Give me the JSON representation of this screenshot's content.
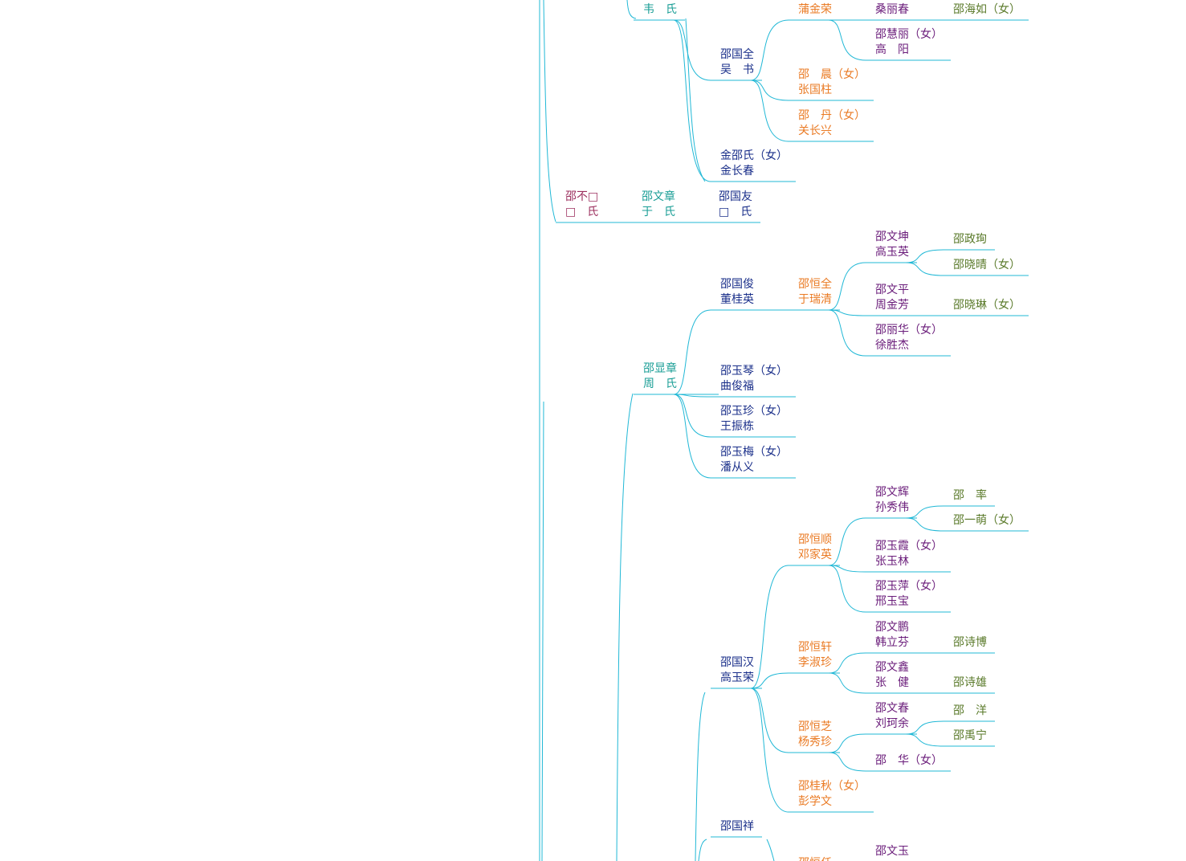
{
  "colors": {
    "line": "#21b8d6",
    "gen": {
      "g1": "#9c2f5e",
      "g2": "#1a9e96",
      "g3": "#1a2f8a",
      "g4": "#ea7b25",
      "g5": "#6a1c7a",
      "g6": "#5a7a2a"
    }
  },
  "nodes": [
    {
      "id": "wei_shi",
      "gen": "g2",
      "lines": [
        "韦　氏"
      ]
    },
    {
      "id": "guoquan",
      "gen": "g3",
      "lines": [
        "邵国全",
        "吴　书"
      ]
    },
    {
      "id": "jinshao",
      "gen": "g3",
      "lines": [
        "金邵氏（女）",
        "金长春"
      ]
    },
    {
      "id": "pu_jinrong",
      "gen": "g4",
      "lines": [
        "蒲金荣"
      ]
    },
    {
      "id": "chen",
      "gen": "g4",
      "lines": [
        "邵　晨（女）",
        "张国柱"
      ]
    },
    {
      "id": "dan",
      "gen": "g4",
      "lines": [
        "邵　丹（女）",
        "关长兴"
      ]
    },
    {
      "id": "sang_lichun",
      "gen": "g5",
      "lines": [
        "桑丽春"
      ]
    },
    {
      "id": "huili",
      "gen": "g5",
      "lines": [
        "邵慧丽（女）",
        "高　阳"
      ]
    },
    {
      "id": "hairu",
      "gen": "g6",
      "lines": [
        "邵海如（女）"
      ]
    },
    {
      "id": "buxx",
      "gen": "g1",
      "lines": [
        "邵不□",
        "□　氏"
      ]
    },
    {
      "id": "wenzhang",
      "gen": "g2",
      "lines": [
        "邵文章",
        "于　氏"
      ]
    },
    {
      "id": "guoyou",
      "gen": "g3",
      "lines": [
        "邵国友",
        "□　氏"
      ]
    },
    {
      "id": "xianzhang",
      "gen": "g2",
      "lines": [
        "邵显章",
        "周　氏"
      ]
    },
    {
      "id": "guojun",
      "gen": "g3",
      "lines": [
        "邵国俊",
        "董桂英"
      ]
    },
    {
      "id": "yuqin",
      "gen": "g3",
      "lines": [
        "邵玉琴（女）",
        "曲俊福"
      ]
    },
    {
      "id": "yuzhen",
      "gen": "g3",
      "lines": [
        "邵玉珍（女）",
        "王振栋"
      ]
    },
    {
      "id": "yumei",
      "gen": "g3",
      "lines": [
        "邵玉梅（女）",
        "潘从义"
      ]
    },
    {
      "id": "hengquan",
      "gen": "g4",
      "lines": [
        "邵恒全",
        "于瑞清"
      ]
    },
    {
      "id": "wenkun",
      "gen": "g5",
      "lines": [
        "邵文坤",
        "高玉英"
      ]
    },
    {
      "id": "wenping",
      "gen": "g5",
      "lines": [
        "邵文平",
        "周金芳"
      ]
    },
    {
      "id": "lihua",
      "gen": "g5",
      "lines": [
        "邵丽华（女）",
        "徐胜杰"
      ]
    },
    {
      "id": "zhengxun",
      "gen": "g6",
      "lines": [
        "邵政珣"
      ]
    },
    {
      "id": "xiaoqing",
      "gen": "g6",
      "lines": [
        "邵晓晴（女）"
      ]
    },
    {
      "id": "xiaolin",
      "gen": "g6",
      "lines": [
        "邵晓琳（女）"
      ]
    },
    {
      "id": "guohan",
      "gen": "g3",
      "lines": [
        "邵国汉",
        "高玉荣"
      ]
    },
    {
      "id": "hengshun",
      "gen": "g4",
      "lines": [
        "邵恒顺",
        "邓家英"
      ]
    },
    {
      "id": "hengxuan",
      "gen": "g4",
      "lines": [
        "邵恒轩",
        "李淑珍"
      ]
    },
    {
      "id": "hengzhi",
      "gen": "g4",
      "lines": [
        "邵恒芝",
        "杨秀珍"
      ]
    },
    {
      "id": "guiqiu",
      "gen": "g4",
      "lines": [
        "邵桂秋（女）",
        "彭学文"
      ]
    },
    {
      "id": "wenhui",
      "gen": "g5",
      "lines": [
        "邵文辉",
        "孙秀伟"
      ]
    },
    {
      "id": "yuxia",
      "gen": "g5",
      "lines": [
        "邵玉霞（女）",
        "张玉林"
      ]
    },
    {
      "id": "yuping",
      "gen": "g5",
      "lines": [
        "邵玉萍（女）",
        "邢玉宝"
      ]
    },
    {
      "id": "wenpeng",
      "gen": "g5",
      "lines": [
        "邵文鹏",
        "韩立芬"
      ]
    },
    {
      "id": "wenxin",
      "gen": "g5",
      "lines": [
        "邵文鑫",
        "张　健"
      ]
    },
    {
      "id": "wenchun",
      "gen": "g5",
      "lines": [
        "邵文春",
        "刘珂余"
      ]
    },
    {
      "id": "hua",
      "gen": "g5",
      "lines": [
        "邵　华（女）"
      ]
    },
    {
      "id": "shuai",
      "gen": "g6",
      "lines": [
        "邵　率"
      ]
    },
    {
      "id": "yimeng",
      "gen": "g6",
      "lines": [
        "邵一萌（女）"
      ]
    },
    {
      "id": "shibo",
      "gen": "g6",
      "lines": [
        "邵诗博"
      ]
    },
    {
      "id": "shixiong",
      "gen": "g6",
      "lines": [
        "邵诗雄"
      ]
    },
    {
      "id": "yang",
      "gen": "g6",
      "lines": [
        "邵　洋"
      ]
    },
    {
      "id": "yuning",
      "gen": "g6",
      "lines": [
        "邵禹宁"
      ]
    },
    {
      "id": "guoxiang",
      "gen": "g3",
      "lines": [
        "邵国祥"
      ]
    },
    {
      "id": "wenyu",
      "gen": "g5",
      "lines": [
        "邵文玉"
      ]
    },
    {
      "id": "hengx_cut",
      "gen": "g4",
      "lines": [
        "邵恒任"
      ]
    }
  ],
  "edges": [
    [
      "wei_shi",
      "guoquan"
    ],
    [
      "wei_shi",
      "jinshao"
    ],
    [
      "guoquan",
      "pu_jinrong"
    ],
    [
      "guoquan",
      "chen"
    ],
    [
      "guoquan",
      "dan"
    ],
    [
      "pu_jinrong",
      "sang_lichun"
    ],
    [
      "pu_jinrong",
      "huili"
    ],
    [
      "sang_lichun",
      "hairu"
    ],
    [
      "buxx",
      "wenzhang"
    ],
    [
      "wenzhang",
      "guoyou"
    ],
    [
      "xianzhang",
      "guojun"
    ],
    [
      "xianzhang",
      "yuqin"
    ],
    [
      "xianzhang",
      "yuzhen"
    ],
    [
      "xianzhang",
      "yumei"
    ],
    [
      "guojun",
      "hengquan"
    ],
    [
      "hengquan",
      "wenkun"
    ],
    [
      "hengquan",
      "wenping"
    ],
    [
      "hengquan",
      "lihua"
    ],
    [
      "wenkun",
      "zhengxun"
    ],
    [
      "wenkun",
      "xiaoqing"
    ],
    [
      "wenping",
      "xiaolin"
    ],
    [
      "guohan",
      "hengshun"
    ],
    [
      "guohan",
      "hengxuan"
    ],
    [
      "guohan",
      "hengzhi"
    ],
    [
      "guohan",
      "guiqiu"
    ],
    [
      "hengshun",
      "wenhui"
    ],
    [
      "hengshun",
      "yuxia"
    ],
    [
      "hengshun",
      "yuping"
    ],
    [
      "wenhui",
      "shuai"
    ],
    [
      "wenhui",
      "yimeng"
    ],
    [
      "hengxuan",
      "wenpeng"
    ],
    [
      "hengxuan",
      "wenxin"
    ],
    [
      "wenpeng",
      "shibo"
    ],
    [
      "wenxin",
      "shixiong"
    ],
    [
      "hengzhi",
      "wenchun"
    ],
    [
      "hengzhi",
      "hua"
    ],
    [
      "wenchun",
      "yang"
    ],
    [
      "wenchun",
      "yuning"
    ]
  ]
}
